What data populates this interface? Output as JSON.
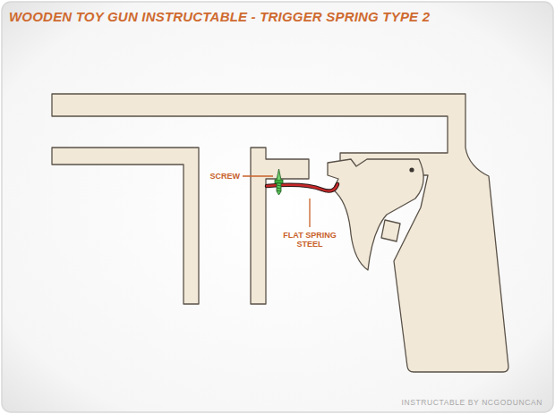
{
  "diagram": {
    "title": "WOODEN TOY GUN INSTRUCTABLE - TRIGGER SPRING TYPE 2",
    "labels": [
      "SCREW",
      "FLAT SPRING STEEL",
      "INSTRUCTABLE BY NCGODUNCAN"
    ]
  }
}
